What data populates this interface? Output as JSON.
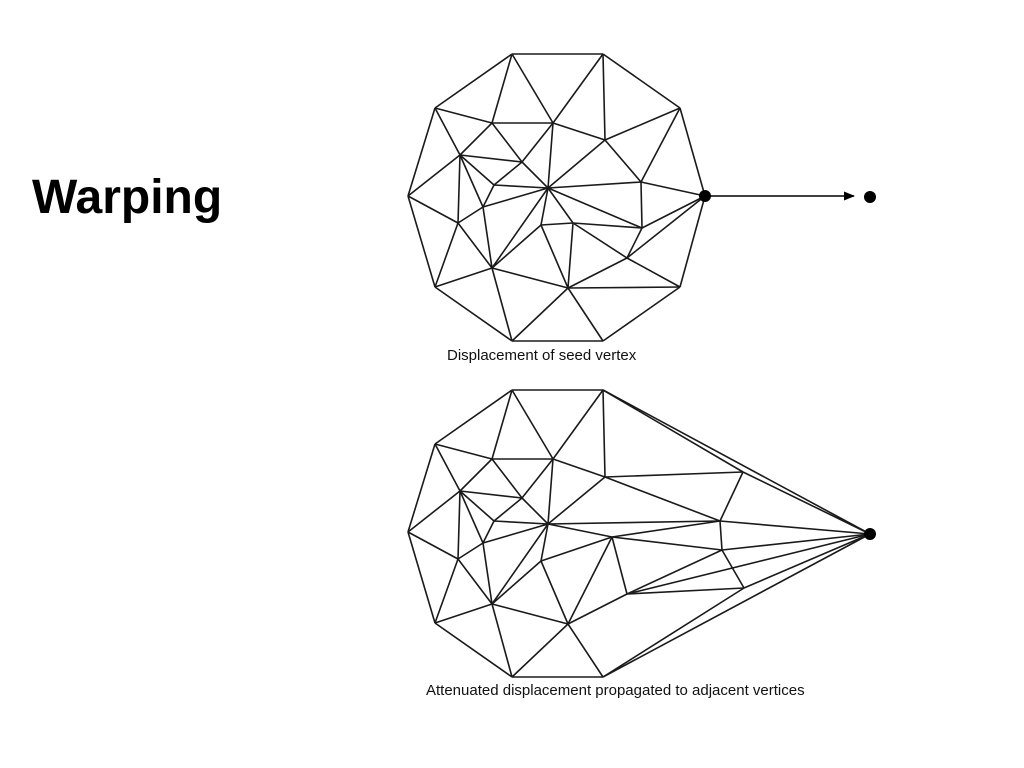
{
  "slide": {
    "title": "Warping"
  },
  "diagrams": [
    {
      "caption": "Displacement of seed vertex"
    },
    {
      "caption": "Attenuated displacement propagated to adjacent vertices"
    }
  ]
}
